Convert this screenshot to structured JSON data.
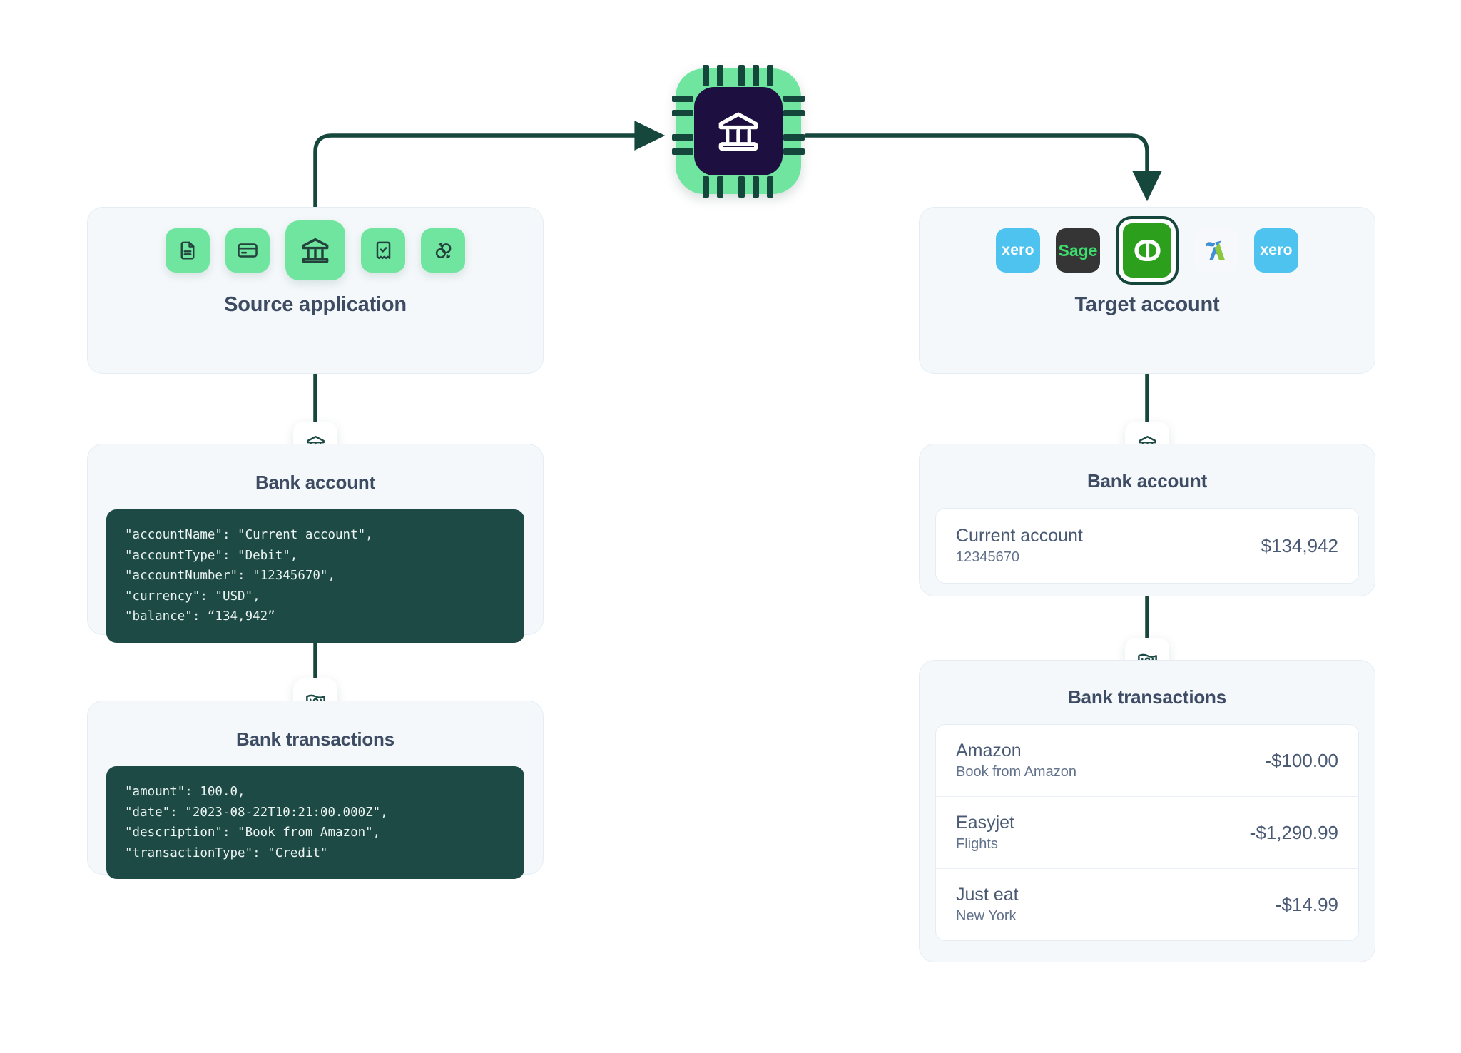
{
  "source": {
    "title": "Source application",
    "icons": [
      {
        "name": "document-icon",
        "label": "Document"
      },
      {
        "name": "credit-card-icon",
        "label": "Credit card"
      },
      {
        "name": "bank-icon",
        "label": "Bank",
        "selected": true
      },
      {
        "name": "receipt-check-icon",
        "label": "Receipt"
      },
      {
        "name": "sync-icon",
        "label": "Sync"
      }
    ],
    "bank_account": {
      "badge_icon": "bank-icon",
      "title": "Bank account",
      "code": "\"accountName\": \"Current account\",\n\"accountType\": \"Debit\",\n\"accountNumber\": \"12345670\",\n\"currency\": \"USD\",\n\"balance\": “134,942”"
    },
    "bank_transactions": {
      "badge_icon": "banknote-icon",
      "title": "Bank transactions",
      "code": "\"amount\": 100.0,\n\"date\": \"2023-08-22T10:21:00.000Z\",\n\"description\": \"Book from Amazon\",\n\"transactionType\": \"Credit\""
    }
  },
  "target": {
    "title": "Target account",
    "logos": [
      {
        "name": "xero-logo",
        "label": "xero"
      },
      {
        "name": "sage-logo",
        "label": "Sage"
      },
      {
        "name": "quickbooks-logo",
        "label": "qb",
        "selected": true
      },
      {
        "name": "freeagent-logo",
        "label": ""
      },
      {
        "name": "xero-logo",
        "label": "xero"
      }
    ],
    "bank_account": {
      "badge_icon": "bank-icon",
      "title": "Bank account",
      "account": {
        "name": "Current account",
        "number": "12345670",
        "balance": "$134,942"
      }
    },
    "bank_transactions": {
      "badge_icon": "banknote-icon",
      "title": "Bank transactions",
      "rows": [
        {
          "name": "Amazon",
          "sub": "Book from Amazon",
          "amount": "-$100.00"
        },
        {
          "name": "Easyjet",
          "sub": "Flights",
          "amount": "-$1,290.99"
        },
        {
          "name": "Just eat",
          "sub": "New York",
          "amount": "-$14.99"
        }
      ]
    }
  },
  "hub": {
    "icon": "bank-chip-icon"
  },
  "colors": {
    "wire": "#16473d",
    "panel_bg": "#f4f8fb",
    "code_bg": "#1d4a44",
    "accent_green": "#6fe5a0",
    "chip_core": "#1d0f40",
    "heading": "#3d4b63"
  }
}
